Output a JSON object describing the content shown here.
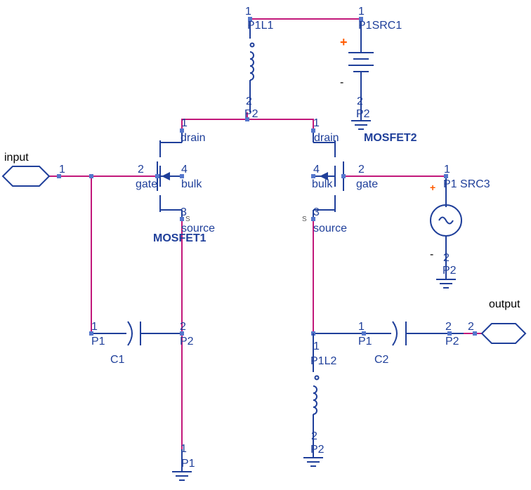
{
  "colors": {
    "wire": "#c2187a",
    "body": "#1f3f9a",
    "label": "#1f3f9a",
    "pin": "#5577cc",
    "polarity": "#ff5a00"
  },
  "ports": {
    "input": {
      "name": "input",
      "pin": "1"
    },
    "output": {
      "name": "output",
      "pin": "2"
    }
  },
  "components": {
    "mosfet1": {
      "name": "MOSFET1",
      "drain": {
        "pin": "1",
        "label": "drain"
      },
      "gate": {
        "pin": "2",
        "label": "gate"
      },
      "source": {
        "pin": "3",
        "label": "source"
      },
      "bulk": {
        "pin": "4",
        "label": "bulk"
      },
      "mark": "S"
    },
    "mosfet2": {
      "name": "MOSFET2",
      "drain": {
        "pin": "1",
        "label": "drain"
      },
      "gate": {
        "pin": "2",
        "label": "gate"
      },
      "source": {
        "pin": "3",
        "label": "source"
      },
      "bulk": {
        "pin": "4",
        "label": "bulk"
      },
      "mark": "S"
    },
    "l1": {
      "top_pin": "1",
      "top_label": "P1L1",
      "bottom_pin": "2",
      "bottom_label": "P2"
    },
    "l2": {
      "top_pin": "1",
      "top_label": "P1L2",
      "bottom_pin": "2",
      "bottom_label": "P2"
    },
    "src1": {
      "top_pin": "1",
      "top_label": "P1SRC1",
      "plus": "+",
      "minus": "-",
      "bottom_pin": "2",
      "bottom_label": "P2"
    },
    "src3": {
      "top_pin": "1",
      "top_label": "P1 SRC3",
      "plus": "+",
      "minus": "-",
      "bottom_pin": "2",
      "bottom_label": "P2"
    },
    "c1": {
      "name": "C1",
      "left_pin": "1",
      "left_label": "P1",
      "right_pin": "2",
      "right_label": "P2"
    },
    "c2": {
      "name": "C2",
      "left_pin": "1",
      "left_label": "P1",
      "right_pin": "2",
      "right_label": "P2"
    },
    "gnd_bottom": {
      "pin": "1",
      "label": "P1"
    }
  }
}
